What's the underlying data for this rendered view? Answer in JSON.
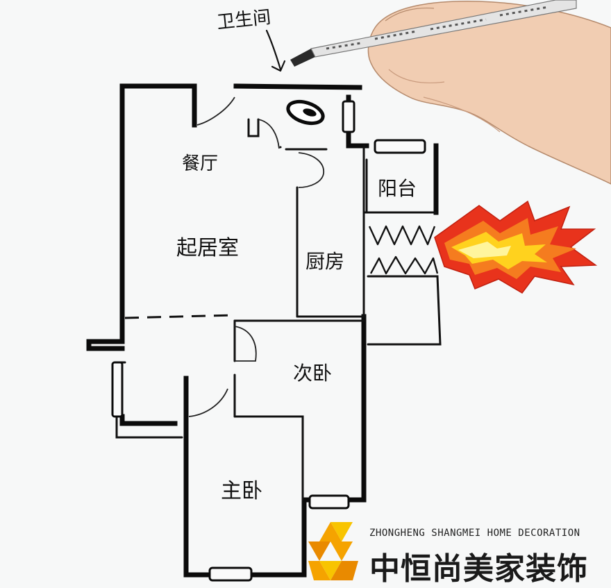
{
  "rooms": {
    "bathroom": "卫生间",
    "dining": "餐厅",
    "living": "起居室",
    "kitchen": "厨房",
    "balcony": "阳台",
    "second_bedroom": "次卧",
    "master_bedroom": "主卧"
  },
  "brand": {
    "name_en": "ZHONGHENG SHANGMEI HOME DECORATION",
    "name_cn": "中恒尚美家装饰",
    "logo_colors": [
      "#f5a300",
      "#f8c400",
      "#e98a00"
    ]
  },
  "flame_colors": [
    "#e8331c",
    "#f57c1f",
    "#ffd21e",
    "#fff59d"
  ],
  "icons": [
    "pen-icon",
    "hand-icon",
    "toilet-icon",
    "fire-icon"
  ]
}
